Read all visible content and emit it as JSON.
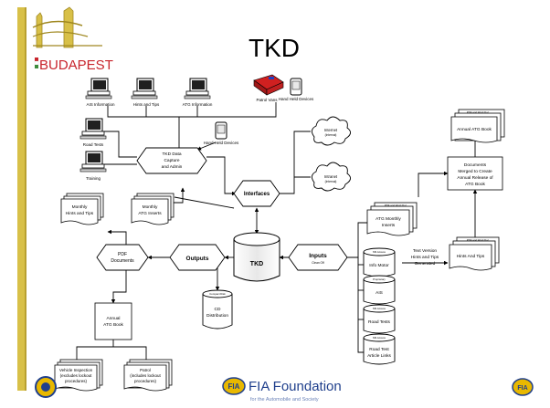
{
  "slide": {
    "title": "TKD",
    "logo_city": "BUDAPEST",
    "footer_org": "FIA Foundation",
    "footer_tagline": "for the Automobile and Society"
  },
  "colors": {
    "left_bar": "#d8c048",
    "budapest_red": "#c8242c",
    "budapest_green": "#3c8c3c",
    "fia_blue": "#1f3f8c",
    "footer_text": "#1f3f8c"
  },
  "nodes": {
    "ais_info": "AIS Information",
    "hints_tips_pc": "Hints and Tips",
    "atg_info": "ATG Information",
    "patrol_vans": "Patrol Vans",
    "hand_held_top": "Hand Held Devices",
    "road_tests_pc": "Road Tests",
    "training_pc": "Training",
    "hand_held_mid": "Hand Held Devices",
    "tkd_data": [
      "TKD Data",
      "Capture",
      "and Admin"
    ],
    "internet_1": "Internet",
    "internet_1_sub": "(Internal)",
    "intranet": "Intranet",
    "intranet_sub": "(Internal)",
    "monthly_hints": [
      "Monthly",
      "Hints and Tips"
    ],
    "monthly_atg": [
      "Monthly",
      "ATG Inserts"
    ],
    "interfaces": "Interfaces",
    "pdf_documents": [
      "PDF",
      "Documents"
    ],
    "outputs": "Outputs",
    "tkd_db": "TKD",
    "inputs": "Inputs",
    "inputs_sub": "Clean Off",
    "annual_atg_book_left": [
      "Annual",
      "ATG Book"
    ],
    "cd_dist": [
      "CD",
      "Distribution"
    ],
    "cd_header": "Compact Disk",
    "vehicle_inspection": [
      "Vehicle Inspection",
      "(excludes lockout",
      "procedures)"
    ],
    "patrol_proc": [
      "Patrol",
      "(includes lockout",
      "procedures)"
    ],
    "annual_atg_book_right": "Annual ATG Book",
    "pdf_word_doc": "PDF and Word Doc",
    "documents_merged": [
      "Documents",
      "Merged to Create",
      "Annual Release of",
      "ATG Book"
    ],
    "atg_monthly_inserts": [
      "ATG Monthly",
      "Inserts"
    ],
    "text_version": [
      "Text Version",
      "Hints and Tips",
      "Generated"
    ],
    "hints_and_tips_right": "Hints And Tips",
    "info_motor": "Info Motor",
    "ais": "AIS",
    "road_tests_db": "Road Tests",
    "road_test_article": [
      "Road Test",
      "Article Links"
    ],
    "ms_access": "MS Access",
    "proprietary": "Proprietary"
  }
}
